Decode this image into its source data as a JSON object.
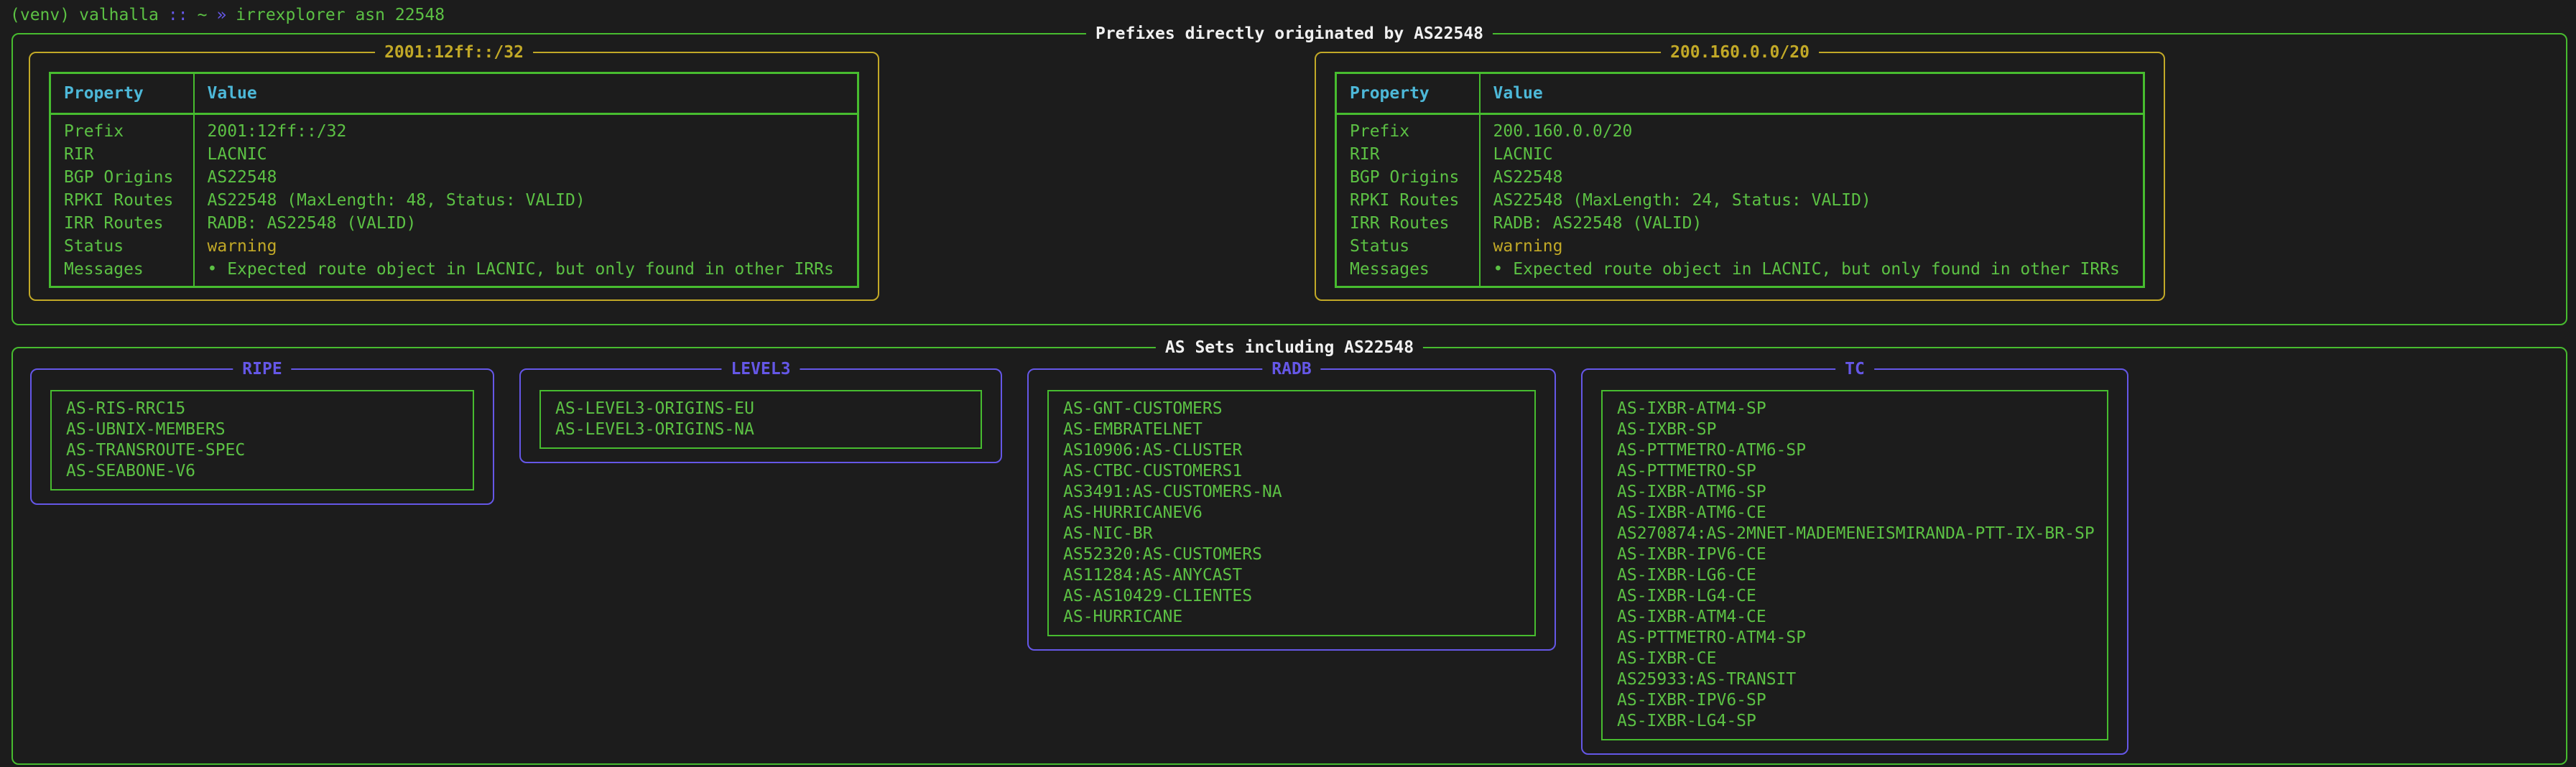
{
  "prompt": {
    "venv": "(venv)",
    "host": "valhalla",
    "separator": "::",
    "path": "~",
    "arrow": "»",
    "command": "irrexplorer asn 22548"
  },
  "colors": {
    "background": "#1c1c1c",
    "green": "#47bc2f",
    "green_text": "#5cc144",
    "yellow": "#c2a927",
    "cyan": "#4db8d8",
    "purple": "#6557e7",
    "white": "#f1f1f1"
  },
  "prefix_section": {
    "title": "Prefixes directly originated by AS22548",
    "table_headers": [
      "Property",
      "Value"
    ],
    "panels": [
      {
        "title": "2001:12ff::/32",
        "rows": [
          {
            "property": "Prefix",
            "value": "2001:12ff::/32",
            "value_style": "default"
          },
          {
            "property": "RIR",
            "value": "LACNIC",
            "value_style": "default"
          },
          {
            "property": "BGP Origins",
            "value": "AS22548",
            "value_style": "default"
          },
          {
            "property": "RPKI Routes",
            "value": "AS22548 (MaxLength: 48, Status: VALID)",
            "value_style": "default"
          },
          {
            "property": "IRR Routes",
            "value": "RADB: AS22548 (VALID)",
            "value_style": "default"
          },
          {
            "property": "Status",
            "value": "warning",
            "value_style": "warning"
          },
          {
            "property": "Messages",
            "value": "• Expected route object in LACNIC, but only found in other IRRs",
            "value_style": "default"
          }
        ]
      },
      {
        "title": "200.160.0.0/20",
        "rows": [
          {
            "property": "Prefix",
            "value": "200.160.0.0/20",
            "value_style": "default"
          },
          {
            "property": "RIR",
            "value": "LACNIC",
            "value_style": "default"
          },
          {
            "property": "BGP Origins",
            "value": "AS22548",
            "value_style": "default"
          },
          {
            "property": "RPKI Routes",
            "value": "AS22548 (MaxLength: 24, Status: VALID)",
            "value_style": "default"
          },
          {
            "property": "IRR Routes",
            "value": "RADB: AS22548 (VALID)",
            "value_style": "default"
          },
          {
            "property": "Status",
            "value": "warning",
            "value_style": "warning"
          },
          {
            "property": "Messages",
            "value": "• Expected route object in LACNIC, but only found in other IRRs",
            "value_style": "default"
          }
        ]
      }
    ]
  },
  "as_sets_section": {
    "title": "AS Sets including AS22548",
    "panels": [
      {
        "title": "RIPE",
        "items": [
          "AS-RIS-RRC15",
          "AS-UBNIX-MEMBERS",
          "AS-TRANSROUTE-SPEC",
          "AS-SEABONE-V6"
        ]
      },
      {
        "title": "LEVEL3",
        "items": [
          "AS-LEVEL3-ORIGINS-EU",
          "AS-LEVEL3-ORIGINS-NA"
        ]
      },
      {
        "title": "RADB",
        "items": [
          "AS-GNT-CUSTOMERS",
          "AS-EMBRATELNET",
          "AS10906:AS-CLUSTER",
          "AS-CTBC-CUSTOMERS1",
          "AS3491:AS-CUSTOMERS-NA",
          "AS-HURRICANEV6",
          "AS-NIC-BR",
          "AS52320:AS-CUSTOMERS",
          "AS11284:AS-ANYCAST",
          "AS-AS10429-CLIENTES",
          "AS-HURRICANE"
        ]
      },
      {
        "title": "TC",
        "items": [
          "AS-IXBR-ATM4-SP",
          "AS-IXBR-SP",
          "AS-PTTMETRO-ATM6-SP",
          "AS-PTTMETRO-SP",
          "AS-IXBR-ATM6-SP",
          "AS-IXBR-ATM6-CE",
          "AS270874:AS-2MNET-MADEMENEISMIRANDA-PTT-IX-BR-SP",
          "AS-IXBR-IPV6-CE",
          "AS-IXBR-LG6-CE",
          "AS-IXBR-LG4-CE",
          "AS-IXBR-ATM4-CE",
          "AS-PTTMETRO-ATM4-SP",
          "AS-IXBR-CE",
          "AS25933:AS-TRANSIT",
          "AS-IXBR-IPV6-SP",
          "AS-IXBR-LG4-SP"
        ]
      }
    ]
  }
}
